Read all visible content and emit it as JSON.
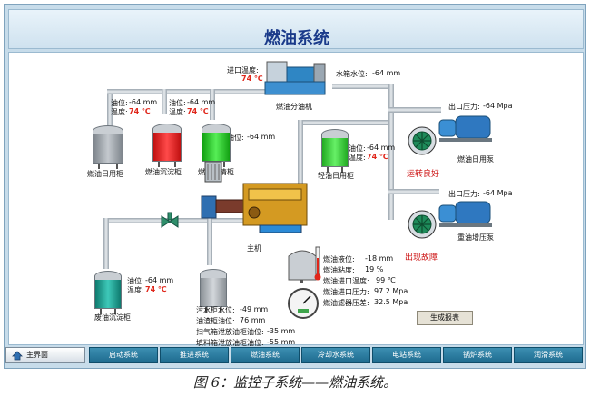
{
  "header": {
    "title": "燃油系统"
  },
  "top_unit": {
    "inlet_temp_label": "进口温度:",
    "inlet_temp_value": "74 ℃",
    "name": "燃油分油机",
    "tank_level_label": "水箱水位:",
    "tank_level_value": "-64 mm"
  },
  "tanks": [
    {
      "name": "燃油日用柜",
      "level_label": "油位:",
      "level_value": "-64 mm",
      "temp_label": "温度:",
      "temp_value": "74 ℃",
      "fill": "#9aa0a6"
    },
    {
      "name": "燃油沉淀柜",
      "level_label": "油位:",
      "level_value": "-64 mm",
      "temp_label": "温度:",
      "temp_value": "74 ℃",
      "fill": "#ee1c1c"
    },
    {
      "name": "燃油滤清柜",
      "level_label": "油位:",
      "level_value": "-64 mm",
      "fill": "#22cc22"
    },
    {
      "name": "轻油日用柜",
      "level_label": "油位:",
      "level_value": "-64 mm",
      "temp_label": "温度:",
      "temp_value": "74 ℃",
      "fill": "#33d033"
    },
    {
      "name": "废油沉淀柜",
      "level_label": "油位:",
      "level_value": "-64 mm",
      "temp_label": "温度:",
      "temp_value": "74 ℃",
      "fill": "#1aa596"
    }
  ],
  "engine": {
    "name": "主机"
  },
  "pumps": [
    {
      "name": "燃油日用泵",
      "pressure_label": "出口压力:",
      "pressure_value": "-64 Mpa",
      "status": "运转良好"
    },
    {
      "name": "重油增压泵",
      "pressure_label": "出口压力:",
      "pressure_value": "-64 Mpa",
      "status": "出现故障"
    }
  ],
  "readings": [
    {
      "label": "燃油液位:",
      "value": "-18 mm"
    },
    {
      "label": "燃油粘度:",
      "value": "19 %"
    },
    {
      "label": "燃油进口温度:",
      "value": "99 ℃"
    },
    {
      "label": "燃油进口压力:",
      "value": "97.2 Mpa"
    },
    {
      "label": "燃油滤器压差:",
      "value": "32.5 Mpa"
    }
  ],
  "lower_readings": [
    {
      "label": "污水柜水位:",
      "value": "-49 mm"
    },
    {
      "label": "油渣柜油位:",
      "value": "76 mm"
    },
    {
      "label": "扫气箱泄放油柜油位:",
      "value": "-35 mm"
    },
    {
      "label": "填料箱泄放油柜油位:",
      "value": "-55 mm"
    }
  ],
  "report_button": "生成报表",
  "tabs": [
    "主界面",
    "启动系统",
    "推进系统",
    "燃油系统",
    "冷却水系统",
    "电站系统",
    "锅炉系统",
    "润滑系统"
  ],
  "caption": "图 6：监控子系统——燃油系统。",
  "colors": {
    "value_red": "#e0261a",
    "tab_blue": "#1e6b8f",
    "panel_bg": "#c7dcea"
  },
  "icons": [
    "home-icon",
    "valve-icon",
    "pressure-gauge-icon",
    "fan-icon",
    "pump-motor-icon"
  ]
}
